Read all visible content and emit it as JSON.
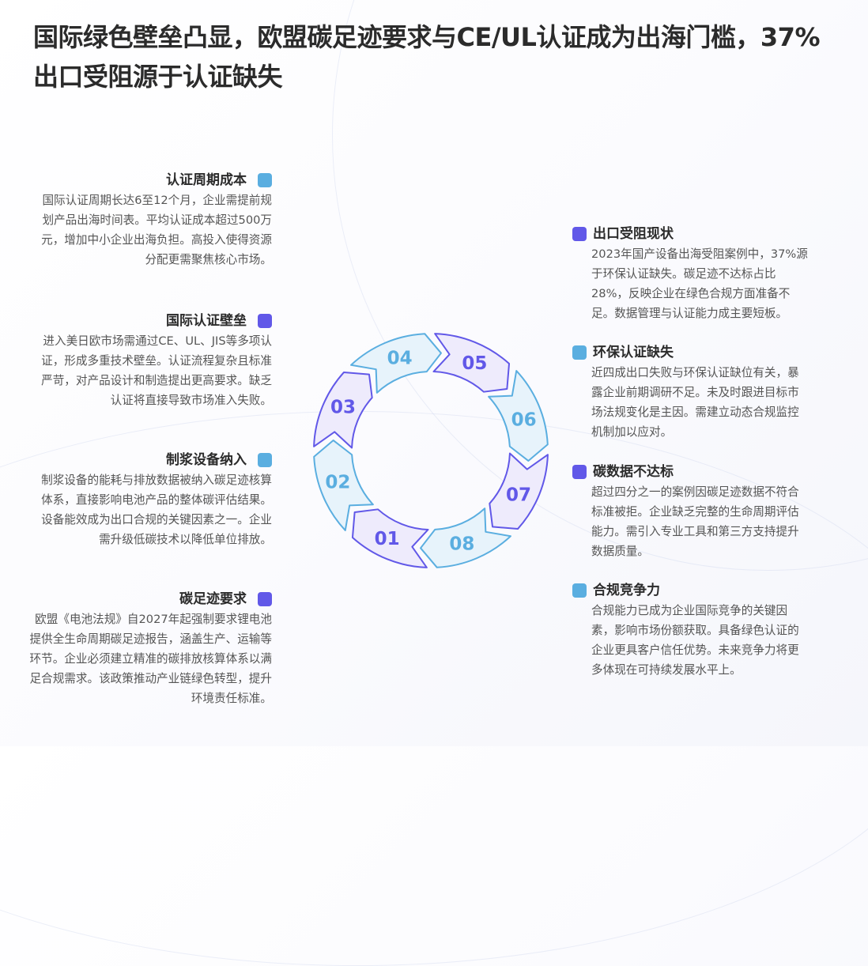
{
  "title": "国际绿色壁垒凸显，欧盟碳足迹要求与CE/UL认证成为出海门槛，37%出口受阻源于认证缺失",
  "colors": {
    "purple": "#6158E8",
    "blue": "#5AAEE0",
    "purple_fill": "#EEEBFC",
    "blue_fill": "#E7F3FB"
  },
  "left_items": [
    {
      "heading": "认证周期成本",
      "color": "blue",
      "text": "国际认证周期长达6至12个月，企业需提前规划产品出海时间表。平均认证成本超过500万元，增加中小企业出海负担。高投入使得资源分配更需聚焦核心市场。"
    },
    {
      "heading": "国际认证壁垒",
      "color": "purple",
      "text": "进入美日欧市场需通过CE、UL、JIS等多项认证，形成多重技术壁垒。认证流程复杂且标准严苛，对产品设计和制造提出更高要求。缺乏认证将直接导致市场准入失败。"
    },
    {
      "heading": "制浆设备纳入",
      "color": "blue",
      "text": "制浆设备的能耗与排放数据被纳入碳足迹核算体系，直接影响电池产品的整体碳评估结果。设备能效成为出口合规的关键因素之一。企业需升级低碳技术以降低单位排放。"
    },
    {
      "heading": "碳足迹要求",
      "color": "purple",
      "text": "欧盟《电池法规》自2027年起强制要求锂电池提供全生命周期碳足迹报告，涵盖生产、运输等环节。企业必须建立精准的碳排放核算体系以满足合规需求。该政策推动产业链绿色转型，提升环境责任标准。"
    }
  ],
  "right_items": [
    {
      "heading": "出口受阻现状",
      "color": "purple",
      "text": "2023年国产设备出海受阻案例中，37%源于环保认证缺失。碳足迹不达标占比28%，反映企业在绿色合规方面准备不足。数据管理与认证能力成主要短板。"
    },
    {
      "heading": "环保认证缺失",
      "color": "blue",
      "text": "近四成出口失败与环保认证缺位有关，暴露企业前期调研不足。未及时跟进目标市场法规变化是主因。需建立动态合规监控机制加以应对。"
    },
    {
      "heading": "碳数据不达标",
      "color": "purple",
      "text": "超过四分之一的案例因碳足迹数据不符合标准被拒。企业缺乏完整的生命周期评估能力。需引入专业工具和第三方支持提升数据质量。"
    },
    {
      "heading": "合规竞争力",
      "color": "blue",
      "text": "合规能力已成为企业国际竞争的关键因素，影响市场份额获取。具备绿色认证的企业更具客户信任优势。未来竞争力将更多体现在可持续发展水平上。"
    }
  ],
  "cycle": {
    "segments": [
      {
        "label": "01",
        "color": "purple"
      },
      {
        "label": "02",
        "color": "blue"
      },
      {
        "label": "03",
        "color": "purple"
      },
      {
        "label": "04",
        "color": "blue"
      },
      {
        "label": "05",
        "color": "purple"
      },
      {
        "label": "06",
        "color": "blue"
      },
      {
        "label": "07",
        "color": "purple"
      },
      {
        "label": "08",
        "color": "blue"
      }
    ]
  }
}
